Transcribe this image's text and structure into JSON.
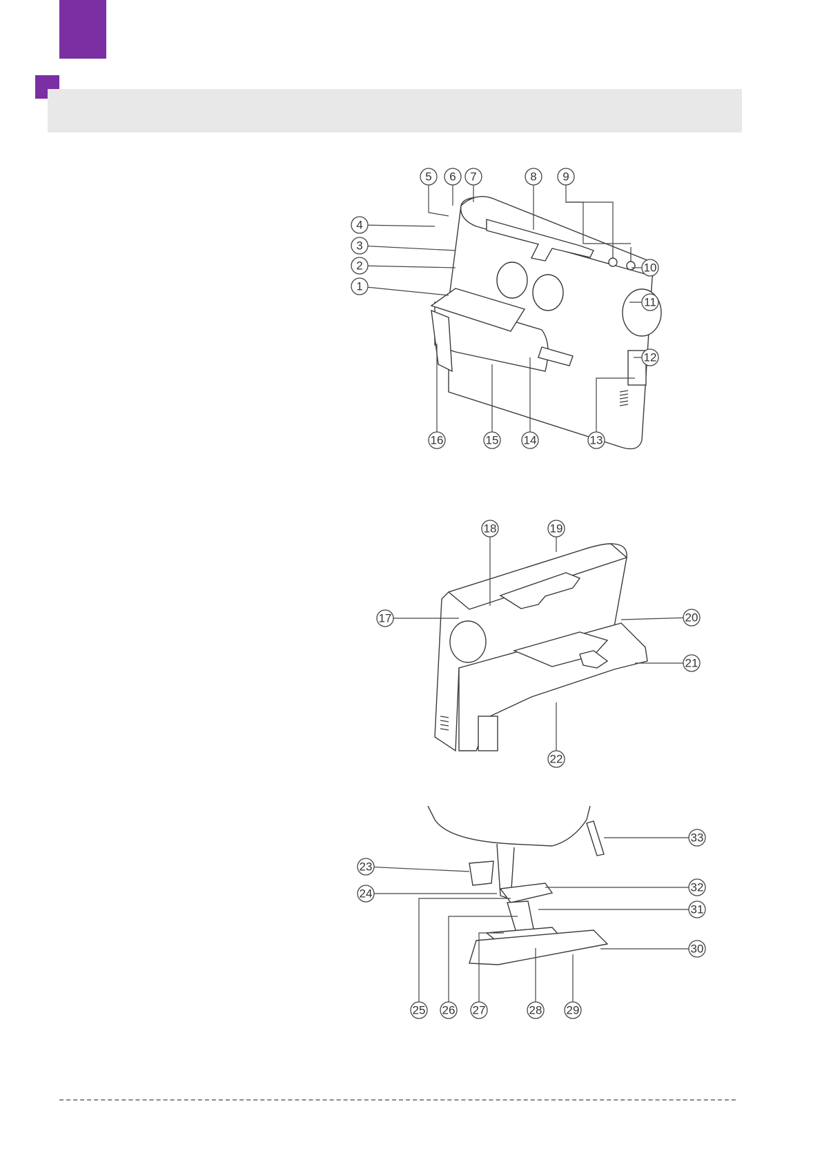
{
  "colors": {
    "accent": "#7b2fa2",
    "band": "#e8e8e8"
  },
  "figure_front": {
    "callouts": [
      "1",
      "2",
      "3",
      "4",
      "5",
      "6",
      "7",
      "8",
      "9",
      "10",
      "11",
      "12",
      "13",
      "14",
      "15",
      "16"
    ]
  },
  "figure_back": {
    "callouts": [
      "17",
      "18",
      "19",
      "20",
      "21",
      "22"
    ]
  },
  "figure_needle": {
    "callouts": [
      "23",
      "24",
      "25",
      "26",
      "27",
      "28",
      "29",
      "30",
      "31",
      "32",
      "33"
    ]
  }
}
